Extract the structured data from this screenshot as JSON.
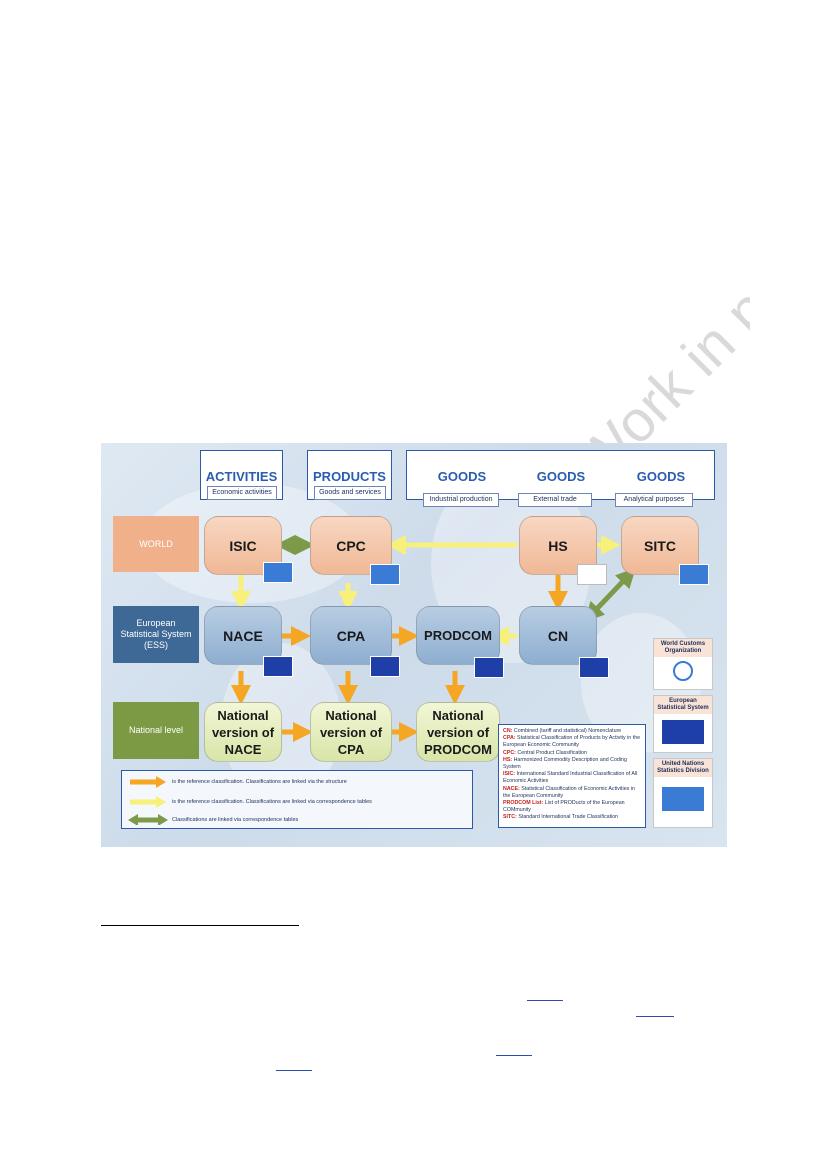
{
  "watermark": {
    "text": "Work in progress",
    "color": "#d9d9d9"
  },
  "figure": {
    "headers": [
      {
        "title": "ACTIVITIES",
        "sub": "Economic activities"
      },
      {
        "title": "PRODUCTS",
        "sub": "Goods and services"
      },
      {
        "title": "GOODS",
        "sub": "Industrial production"
      },
      {
        "title": "GOODS",
        "sub": "External trade"
      },
      {
        "title": "GOODS",
        "sub": "Analytical purposes"
      }
    ],
    "rows": [
      {
        "label": "WORLD",
        "color": "#f0b08a"
      },
      {
        "label": "European Statistical System (ESS)",
        "color": "#3e6896"
      },
      {
        "label": "National level",
        "color": "#7c9a44"
      }
    ],
    "nodes": {
      "isic": "ISIC",
      "cpc": "CPC",
      "hs": "HS",
      "sitc": "SITC",
      "nace": "NACE",
      "cpa": "CPA",
      "prodcom": "PRODCOM",
      "cn": "CN",
      "nat_nace": [
        "National",
        "version of",
        "NACE"
      ],
      "nat_cpa": [
        "National",
        "version of",
        "CPA"
      ],
      "nat_prodcom": [
        "National",
        "version of",
        "PRODCOM"
      ]
    },
    "legend_arrows": [
      {
        "text": "is the reference classification. Classifications are linked via the structure",
        "color": "#f5a623"
      },
      {
        "text": "is the reference classification. Classifications are linked via correspondence tables",
        "color": "#f7f07a"
      },
      {
        "text": "Classifications are linked via correspondence tables",
        "color": "#7d9a4a"
      }
    ],
    "abbreviations": [
      {
        "abbr": "CN:",
        "text": " Combined (tariff and statistical) Nomenclature"
      },
      {
        "abbr": "CPA:",
        "text": " Statistical Classification of Products by Activity in the European Economic Community"
      },
      {
        "abbr": "CPC:",
        "text": " Central Product Classification"
      },
      {
        "abbr": "HS:",
        "text": " Harmonized Commodity Description and Coding System"
      },
      {
        "abbr": "ISIC:",
        "text": " International Standard Industrial Classification of All Economic Activities"
      },
      {
        "abbr": "NACE:",
        "text": " Statistical Classification of Economic Activities in the European Community"
      },
      {
        "abbr": "PRODCOM List:",
        "text": " List of PRODucts of the European COMmunity"
      },
      {
        "abbr": "SITC:",
        "text": " Standard International Trade Classification"
      }
    ],
    "organizations": [
      {
        "name": "World Customs Organization",
        "icon": "wco-logo-icon"
      },
      {
        "name": "European Statistical System",
        "icon": "eu-flag-icon"
      },
      {
        "name": "United Nations Statistics Division",
        "icon": "un-flag-icon"
      }
    ],
    "colors": {
      "structure_arrow": "#f5a623",
      "correspondence_arrow": "#f7f07a",
      "link_arrow": "#7d9a4a",
      "header_text": "#2a5db0"
    }
  }
}
